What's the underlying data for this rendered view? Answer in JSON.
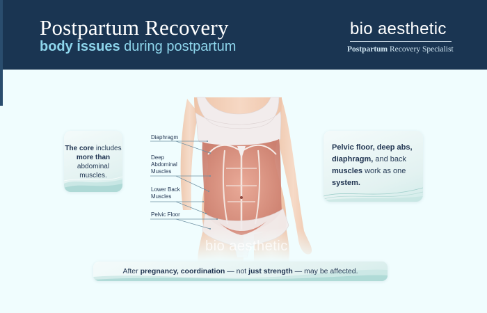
{
  "header": {
    "title": "Postpartum Recovery",
    "subtitle_bold": "body issues",
    "subtitle_rest": " during postpartum",
    "background_color": "#1a3552",
    "accent_color": "#8ed6ec"
  },
  "brand": {
    "name": "bio aesthetic",
    "tagline_bold": "Postpartum",
    "tagline_rest": " Recovery Specialist"
  },
  "cards": {
    "left": {
      "line1_bold": "The core",
      "line1_rest": " includes",
      "line2_bold": "more than",
      "line3": "abdominal muscles."
    },
    "right": {
      "part1_bold": "Pelvic floor, deep abs,",
      "part2_bold": "diaphragm,",
      "part2_rest": " and back",
      "part3_bold": "muscles",
      "part3_rest": " work as one",
      "part4_bold": "system."
    },
    "bottom": {
      "seg1": "After ",
      "seg2_bold": "pregnancy, coordination",
      "seg3": " — not ",
      "seg4_bold": "just strength",
      "seg5": " — may be affected."
    }
  },
  "anatomy_labels": [
    {
      "id": "diaphragm",
      "text": "Diaphragm"
    },
    {
      "id": "deep-abdominal",
      "text": "Deep Abdominal Muscles",
      "lines": [
        "Deep",
        "Abdominal",
        "Muscles"
      ]
    },
    {
      "id": "lower-back",
      "text": "Lower Back Muscles",
      "lines": [
        "Lower Back",
        "Muscles"
      ]
    },
    {
      "id": "pelvic-floor",
      "text": "Pelvic Floor"
    }
  ],
  "figure": {
    "watermark": "bio aesthetic",
    "skin_color": "#f1cdb6",
    "muscle_color": "#d98f7f",
    "garment_color": "#f3eeee"
  },
  "page": {
    "background_color": "#f0fdfe"
  }
}
